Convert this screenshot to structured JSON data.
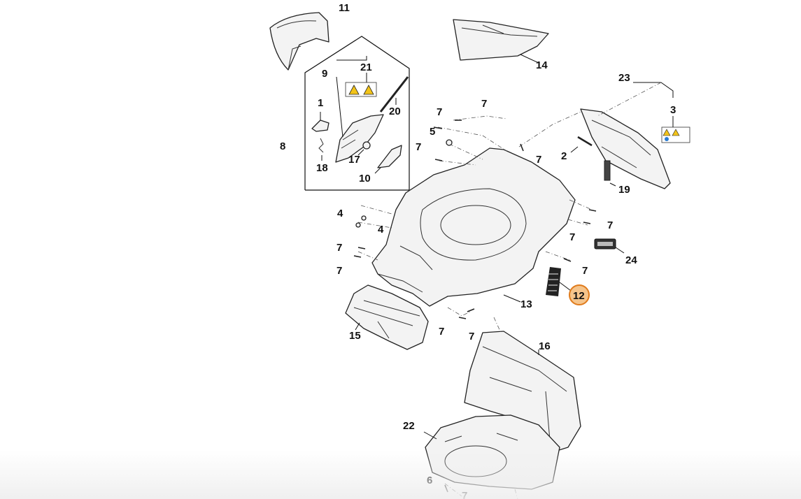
{
  "diagram": {
    "callouts": [
      {
        "id": "c11",
        "text": "11"
      },
      {
        "id": "c9",
        "text": "9"
      },
      {
        "id": "c21",
        "text": "21"
      },
      {
        "id": "c20",
        "text": "20"
      },
      {
        "id": "c1",
        "text": "1"
      },
      {
        "id": "c8",
        "text": "8"
      },
      {
        "id": "c18",
        "text": "18"
      },
      {
        "id": "c17",
        "text": "17"
      },
      {
        "id": "c10",
        "text": "10"
      },
      {
        "id": "c14",
        "text": "14"
      },
      {
        "id": "c23",
        "text": "23"
      },
      {
        "id": "c3",
        "text": "3"
      },
      {
        "id": "c7a",
        "text": "7"
      },
      {
        "id": "c7b",
        "text": "7"
      },
      {
        "id": "c5",
        "text": "5"
      },
      {
        "id": "c7c",
        "text": "7"
      },
      {
        "id": "c7d",
        "text": "7"
      },
      {
        "id": "c2",
        "text": "2"
      },
      {
        "id": "c19",
        "text": "19"
      },
      {
        "id": "c4a",
        "text": "4"
      },
      {
        "id": "c4b",
        "text": "4"
      },
      {
        "id": "c7e",
        "text": "7"
      },
      {
        "id": "c7f",
        "text": "7"
      },
      {
        "id": "c7g",
        "text": "7"
      },
      {
        "id": "c7h",
        "text": "7"
      },
      {
        "id": "c24",
        "text": "24"
      },
      {
        "id": "c7i",
        "text": "7"
      },
      {
        "id": "c12",
        "text": "12",
        "highlighted": true
      },
      {
        "id": "c13",
        "text": "13"
      },
      {
        "id": "c7j",
        "text": "7"
      },
      {
        "id": "c7k",
        "text": "7"
      },
      {
        "id": "c15",
        "text": "15"
      },
      {
        "id": "c16",
        "text": "16"
      },
      {
        "id": "c22",
        "text": "22"
      },
      {
        "id": "c6",
        "text": "6"
      },
      {
        "id": "c7l",
        "text": "7"
      }
    ],
    "highlight_color": "#f5c48b",
    "highlight_border_color": "#e07b1c",
    "warning_color": "#f2c318"
  }
}
